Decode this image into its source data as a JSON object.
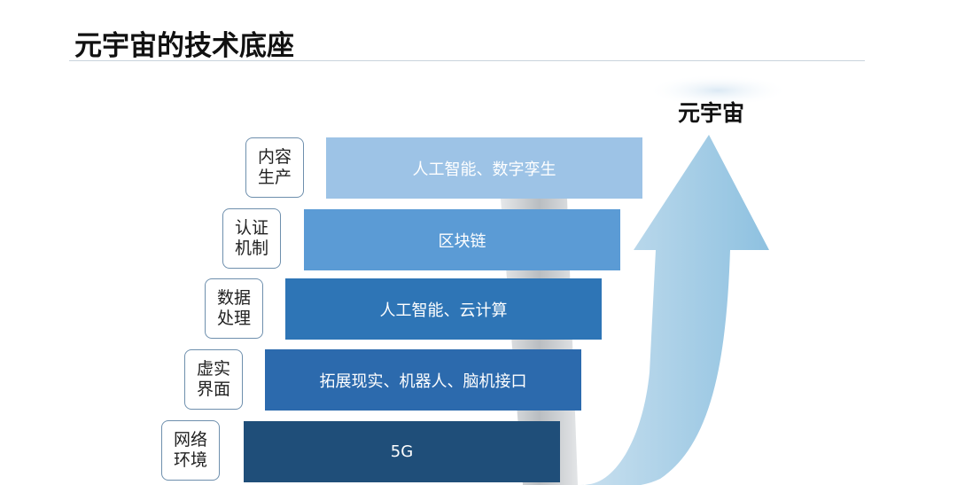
{
  "title": "元宇宙的技术底座",
  "arrow_label": "元宇宙",
  "layers": [
    {
      "category": "内容\n生产",
      "tech": "人工智能、数字孪生",
      "color": "#9dc3e6"
    },
    {
      "category": "认证\n机制",
      "tech": "区块链",
      "color": "#5b9bd5"
    },
    {
      "category": "数据\n处理",
      "tech": "人工智能、云计算",
      "color": "#2e75b6"
    },
    {
      "category": "虚实\n界面",
      "tech": "拓展现实、机器人、脑机接口",
      "color": "#2c6aad"
    },
    {
      "category": "网络\n环境",
      "tech": "5G",
      "color": "#1f4e79"
    }
  ]
}
